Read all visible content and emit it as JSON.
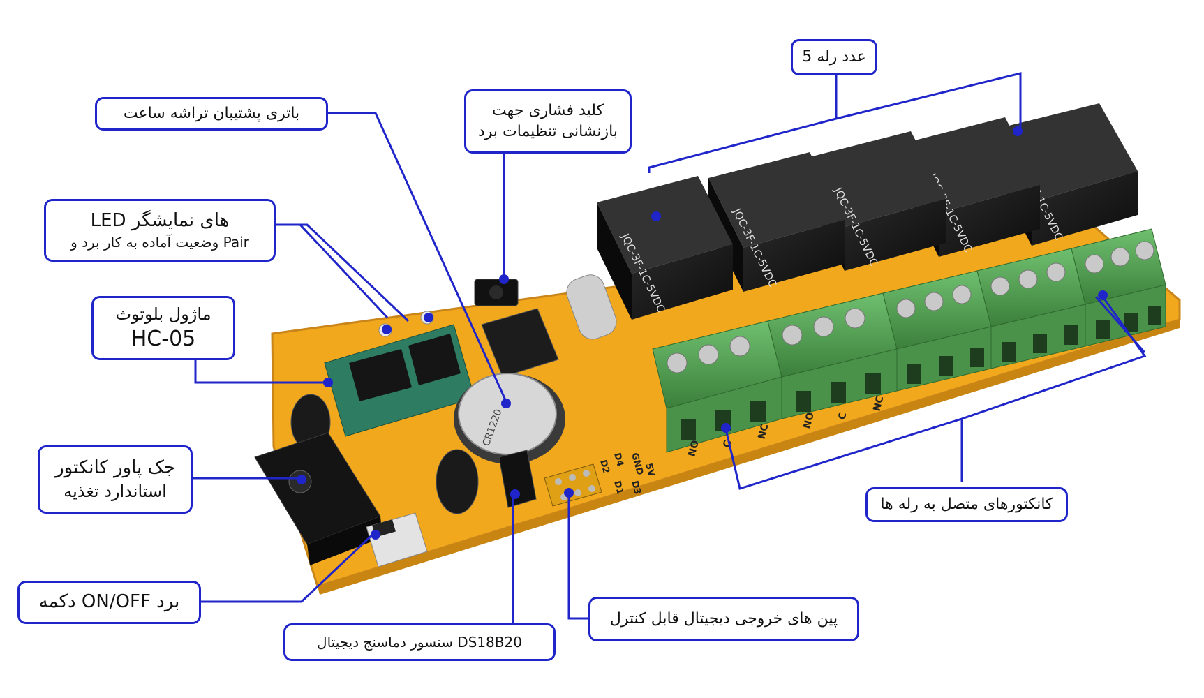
{
  "colors": {
    "leader": "#1f25c9",
    "pcb": "#f2a81c",
    "relay": "#151515",
    "terminal": "#4e9a4e"
  },
  "labels": {
    "relays": {
      "line1": "5 عدد رله"
    },
    "reset_button": {
      "line1": "کلید فشاری جهت",
      "line2": "بازنشانی تنظیمات برد"
    },
    "battery": {
      "line1": "باتری پشتیبان تراشه ساعت"
    },
    "led": {
      "line1": "LED های نمایشگر",
      "line2": "وضعیت آماده به کار برد و Pair"
    },
    "bluetooth": {
      "line1": "ماژول بلوتوث",
      "line2": "HC-05"
    },
    "power_jack": {
      "line1": "جک پاور کانکتور",
      "line2": "استاندارد تغذیه"
    },
    "onoff": {
      "line1": "دکمه ON/OFF برد"
    },
    "temp_sensor": {
      "line1": "سنسور دماسنج دیجیتال DS18B20"
    },
    "digital_pins": {
      "line1": "پین های خروجی دیجیتال قابل کنترل"
    },
    "relay_connectors": {
      "line1": "کانکتورهای متصل به رله ها"
    }
  },
  "board": {
    "relay_text": "JQC-3F-1C-5VDC",
    "terminal_labels": [
      "NO",
      "C",
      "NC"
    ],
    "battery_text": "CR1220",
    "pin_labels": [
      "GND",
      "5V",
      "D4",
      "D3",
      "D2",
      "D1"
    ]
  }
}
